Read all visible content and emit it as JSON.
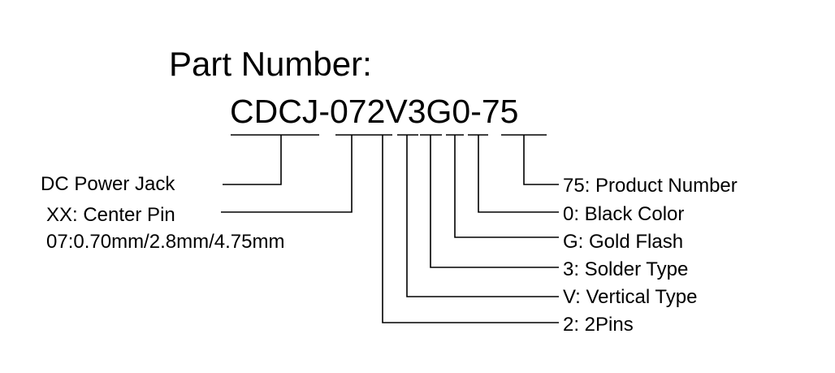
{
  "title": "Part Number:",
  "part_number": "CDCJ-072V3G0-75",
  "left_labels": {
    "dc_power_jack": "DC Power Jack",
    "center_pin": "XX: Center Pin",
    "center_pin_options": "07:0.70mm/2.8mm/4.75mm"
  },
  "right_labels": [
    "75: Product Number",
    "0: Black Color",
    "G: Gold Flash",
    "3: Solder Type",
    "V: Vertical Type",
    "2: 2Pins"
  ]
}
